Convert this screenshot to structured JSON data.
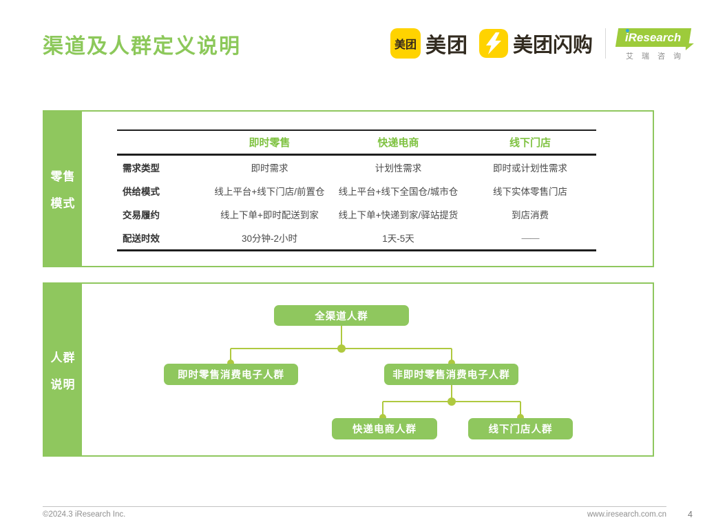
{
  "page": {
    "title": "渠道及人群定义说明",
    "footer": {
      "copyright": "©2024.3 iResearch Inc.",
      "website": "www.iresearch.com.cn",
      "page_number": "4"
    }
  },
  "logos": {
    "meituan_icon_text": "美团",
    "meituan_wordmark": "美团",
    "shangou_wordmark": "美团闪购",
    "iresearch_i": "i",
    "iresearch_wordmark": "Research",
    "iresearch_cn": "艾瑞咨询"
  },
  "colors": {
    "brand_green": "#8FC75E",
    "connector_green": "#AFC93F",
    "header_text_green": "#7FC241",
    "meituan_yellow": "#FFD300",
    "iresearch_lime": "#9DCB3B",
    "iresearch_blue": "#2EA7E0"
  },
  "retail_panel": {
    "sidebar_label_line1": "零售",
    "sidebar_label_line2": "模式",
    "table": {
      "columns": [
        "即时零售",
        "快递电商",
        "线下门店"
      ],
      "rows": [
        {
          "label": "需求类型",
          "values": [
            "即时需求",
            "计划性需求",
            "即时或计划性需求"
          ]
        },
        {
          "label": "供给模式",
          "values": [
            "线上平台+线下门店/前置仓",
            "线上平台+线下全国仓/城市仓",
            "线下实体零售门店"
          ]
        },
        {
          "label": "交易履约",
          "values": [
            "线上下单+即时配送到家",
            "线上下单+快递到家/驿站提货",
            "到店消费"
          ]
        },
        {
          "label": "配送时效",
          "values": [
            "30分钟-2小时",
            "1天-5天",
            "——"
          ]
        }
      ]
    }
  },
  "audience_panel": {
    "sidebar_label_line1": "人群",
    "sidebar_label_line2": "说明",
    "tree": {
      "root": "全渠道人群",
      "level2_left": "即时零售消费电子人群",
      "level2_right": "非即时零售消费电子人群",
      "level3_left": "快递电商人群",
      "level3_right": "线下门店人群"
    }
  }
}
